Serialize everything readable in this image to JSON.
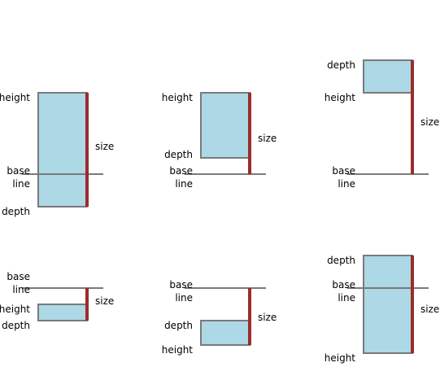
{
  "colors": {
    "box_fill": "#add8e6",
    "box_stroke": "#7a7a7a",
    "size_bar": "#9b2c2c",
    "baseline": "#7a7a7a",
    "background": "#ffffff"
  },
  "panels": [
    {
      "id": "p1",
      "labels": {
        "height": "height",
        "depth": "depth",
        "base": "base",
        "line": "line",
        "size": "size"
      }
    },
    {
      "id": "p2",
      "labels": {
        "height": "height",
        "depth": "depth",
        "base": "base",
        "line": "line",
        "size": "size"
      }
    },
    {
      "id": "p3",
      "labels": {
        "height": "height",
        "depth": "depth",
        "base": "base",
        "line": "line",
        "size": "size"
      }
    },
    {
      "id": "p4",
      "labels": {
        "height": "height",
        "depth": "depth",
        "base": "base",
        "line": "line",
        "size": "size"
      }
    },
    {
      "id": "p5",
      "labels": {
        "height": "height",
        "depth": "depth",
        "base": "base",
        "line": "line",
        "size": "size"
      }
    },
    {
      "id": "p6",
      "labels": {
        "height": "height",
        "depth": "depth",
        "base": "base",
        "line": "line",
        "size": "size"
      }
    }
  ]
}
